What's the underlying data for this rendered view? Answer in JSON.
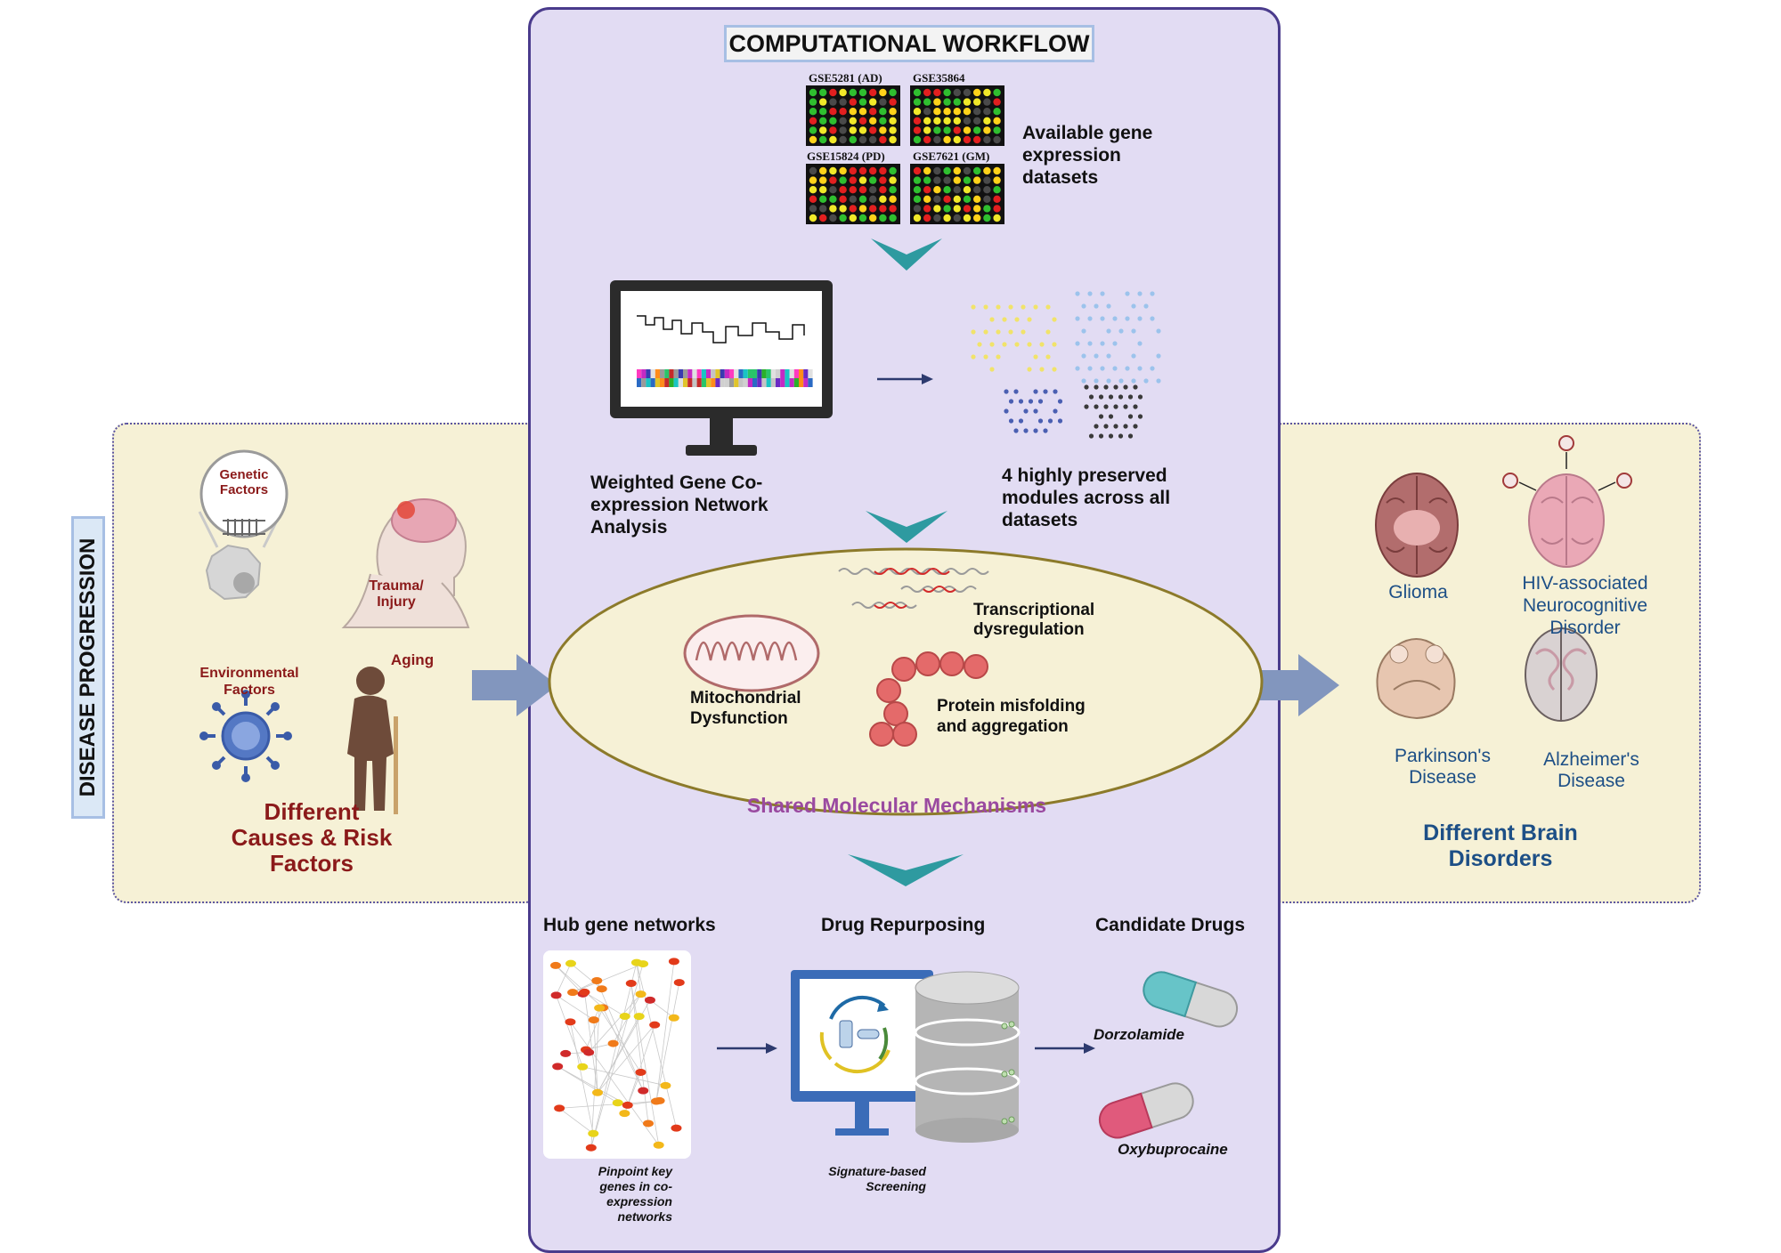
{
  "title": "COMPUTATIONAL WORKFLOW",
  "side_label": "DISEASE PROGRESSION",
  "causes": {
    "heading": "Different\nCauses & Risk\nFactors",
    "heading_lines": [
      "Different",
      "Causes & Risk",
      "Factors"
    ],
    "items": {
      "genetic": "Genetic Factors",
      "genetic_lines": [
        "Genetic",
        "Factors"
      ],
      "trauma_lines": [
        "Trauma/",
        "Injury"
      ],
      "environmental_lines": [
        "Environmental",
        "Factors"
      ],
      "aging": "Aging"
    }
  },
  "datasets": {
    "labels": [
      "GSE5281 (AD)",
      "GSE35864",
      "GSE15824 (PD)",
      "GSE7621 (GM)"
    ],
    "caption_lines": [
      "Available gene",
      "expression",
      "datasets"
    ]
  },
  "wgcna": {
    "caption_lines": [
      "Weighted Gene Co-",
      "expression Network",
      "Analysis"
    ]
  },
  "modules": {
    "caption_lines": [
      "4 highly preserved",
      "modules across all",
      "datasets"
    ]
  },
  "mechanisms": {
    "title": "Shared Molecular Mechanisms",
    "transcriptional_lines": [
      "Transcriptional",
      "dysregulation"
    ],
    "mitochondrial_lines": [
      "Mitochondrial",
      "Dysfunction"
    ],
    "protein_lines": [
      "Protein misfolding",
      "and aggregation"
    ]
  },
  "disorders": {
    "heading_lines": [
      "Different Brain",
      "Disorders"
    ],
    "glioma": "Glioma",
    "hiv_lines": [
      "HIV-associated",
      "Neurocognitive",
      "Disorder"
    ],
    "parkinsons_lines": [
      "Parkinson's",
      "Disease"
    ],
    "alzheimers_lines": [
      "Alzheimer's",
      "Disease"
    ]
  },
  "bottom": {
    "hub_title": "Hub gene networks",
    "hub_caption_lines": [
      "Pinpoint key",
      "genes in co-",
      "expression",
      "networks"
    ],
    "drug_title": "Drug Repurposing",
    "drug_caption_lines": [
      "Signature-based",
      "Screening"
    ],
    "candidates_title": "Candidate Drugs",
    "drug_1": "Dorzolamide",
    "drug_2": "Oxybuprocaine"
  },
  "colors": {
    "center_bg": "#e2dcf3",
    "side_bg": "#f6f1d6",
    "ellipse_bg": "#f6f1d6",
    "arrow_gray": "#8296be",
    "chevron": "#2e9aa0",
    "dark_red": "#8b1a1a",
    "blue_text": "#1d4f86",
    "purple_text": "#9a4aa0"
  }
}
